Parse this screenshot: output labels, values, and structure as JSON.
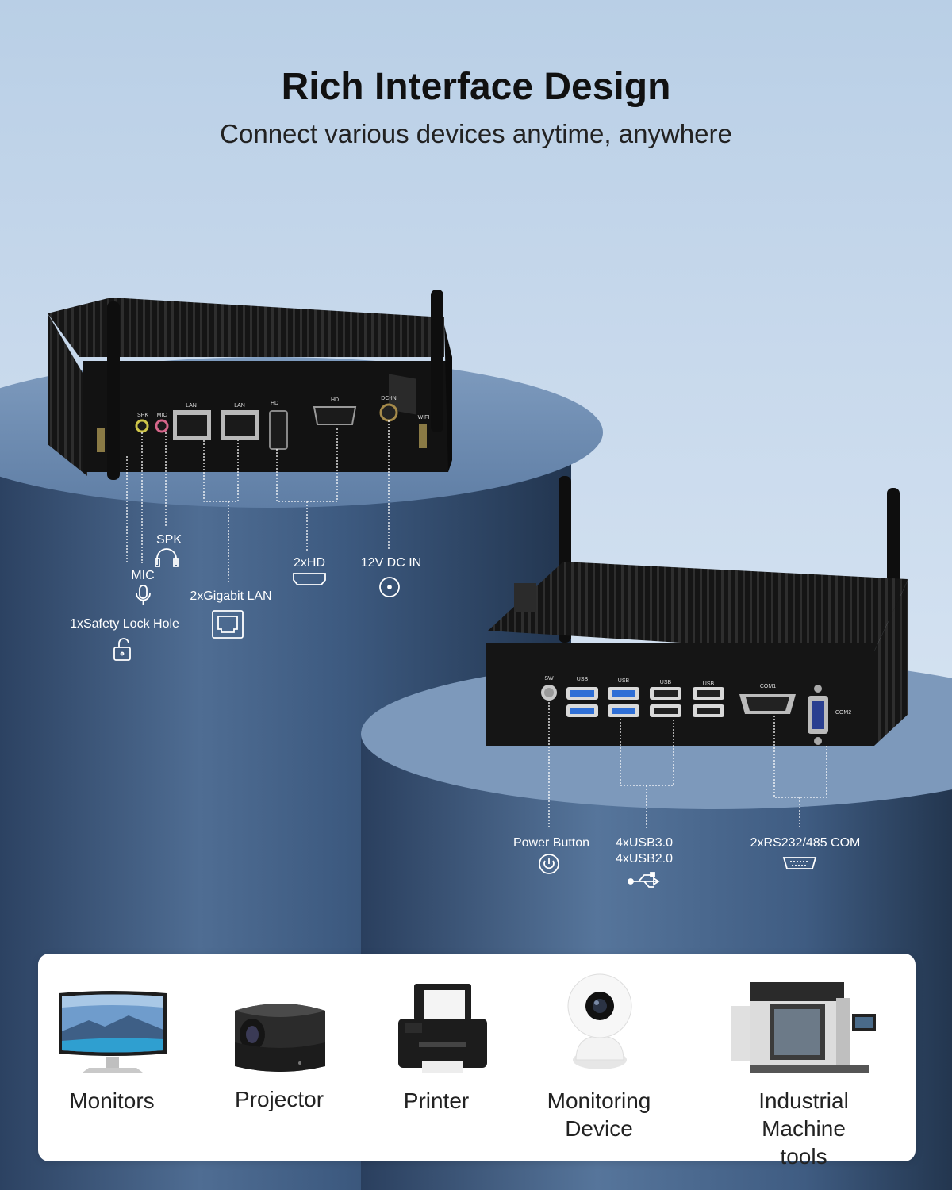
{
  "header": {
    "title": "Rich Interface Design",
    "subtitle": "Connect various devices anytime, anywhere"
  },
  "device1": {
    "labels": {
      "spk": "SPK",
      "mic": "MIC",
      "lock": "1xSafety Lock Hole",
      "lan": "2xGigabit LAN",
      "hd": "2xHD",
      "dc": "12V DC IN"
    },
    "port_silkscreen": [
      "SPK",
      "MIC",
      "LAN",
      "LAN",
      "HD",
      "HD",
      "DC-IN",
      "WIFI"
    ]
  },
  "device2": {
    "labels": {
      "power": "Power Button",
      "usb3": "4xUSB3.0",
      "usb2": "4xUSB2.0",
      "com": "2xRS232/485 COM"
    },
    "port_silkscreen": [
      "SW",
      "USB",
      "USB",
      "USB",
      "USB",
      "COM1",
      "COM2"
    ]
  },
  "devices_panel": {
    "items": [
      {
        "label_line1": "Monitors",
        "label_line2": ""
      },
      {
        "label_line1": "Projector",
        "label_line2": ""
      },
      {
        "label_line1": "Printer",
        "label_line2": ""
      },
      {
        "label_line1": "Monitoring",
        "label_line2": "Device"
      },
      {
        "label_line1": "Industrial",
        "label_line2": "Machine tools"
      }
    ]
  },
  "colors": {
    "pillar": "#3e5778",
    "chassis": "#141414",
    "usb3_blue": "#2f6fd6",
    "label_white": "#ffffff"
  }
}
